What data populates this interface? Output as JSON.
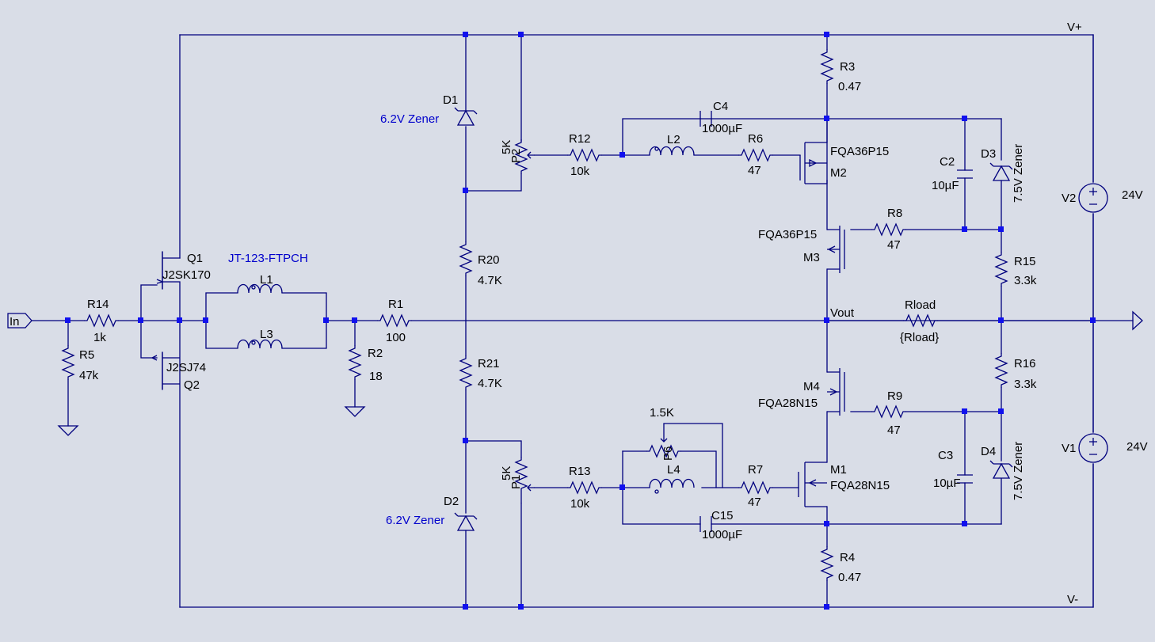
{
  "labels": {
    "vplus": "V+",
    "vminus": "V-",
    "vout": "Vout",
    "in": "In",
    "q1": "Q1",
    "q1_part": "J2SK170",
    "q2": "Q2",
    "q2_part": "J2SJ74",
    "jt": "JT-123-FTPCH",
    "r14": "R14",
    "r14_val": "1k",
    "r5": "R5",
    "r5_val": "47k",
    "r1": "R1",
    "r1_val": "100",
    "r2": "R2",
    "r2_val": "18",
    "l1": "L1",
    "l3": "L3",
    "d1": "D1",
    "d1_val": "6.2V Zener",
    "d2": "D2",
    "d2_val": "6.2V Zener",
    "r20": "R20",
    "r20_val": "4.7K",
    "r21": "R21",
    "r21_val": "4.7K",
    "p2": "P2",
    "p2_val": "5K",
    "p1": "P1",
    "p1_val": "5K",
    "r12": "R12",
    "r12_val": "10k",
    "r13": "R13",
    "r13_val": "10k",
    "c4": "C4",
    "c4_val": "1000µF",
    "c15": "C15",
    "c15_val": "1000µF",
    "l2": "L2",
    "l4": "L4",
    "r6": "R6",
    "r6_val": "47",
    "r7": "R7",
    "r7_val": "47",
    "p6": "P6",
    "p6_val": "1.5K",
    "m2": "M2",
    "m2_part": "FQA36P15",
    "m3": "M3",
    "m3_part": "FQA36P15",
    "m4": "M4",
    "m4_part": "FQA28N15",
    "m1": "M1",
    "m1_part": "FQA28N15",
    "r3": "R3",
    "r3_val": "0.47",
    "r4": "R4",
    "r4_val": "0.47",
    "r8": "R8",
    "r8_val": "47",
    "r9": "R9",
    "r9_val": "47",
    "c2": "C2",
    "c2_val": "10µF",
    "c3": "C3",
    "c3_val": "10µF",
    "d3": "D3",
    "d3_val": "7.5V Zener",
    "d4": "D4",
    "d4_val": "7.5V Zener",
    "r15": "R15",
    "r15_val": "3.3k",
    "r16": "R16",
    "r16_val": "3.3k",
    "rload": "Rload",
    "rload_val": "{Rload}",
    "v2": "V2",
    "v2_val": "24V",
    "v1": "V1",
    "v1_val": "24V"
  },
  "colors": {
    "background": "#d9dde7",
    "wire": "#00007e",
    "junction": "#1111ee",
    "blue_text": "#0000cc"
  }
}
